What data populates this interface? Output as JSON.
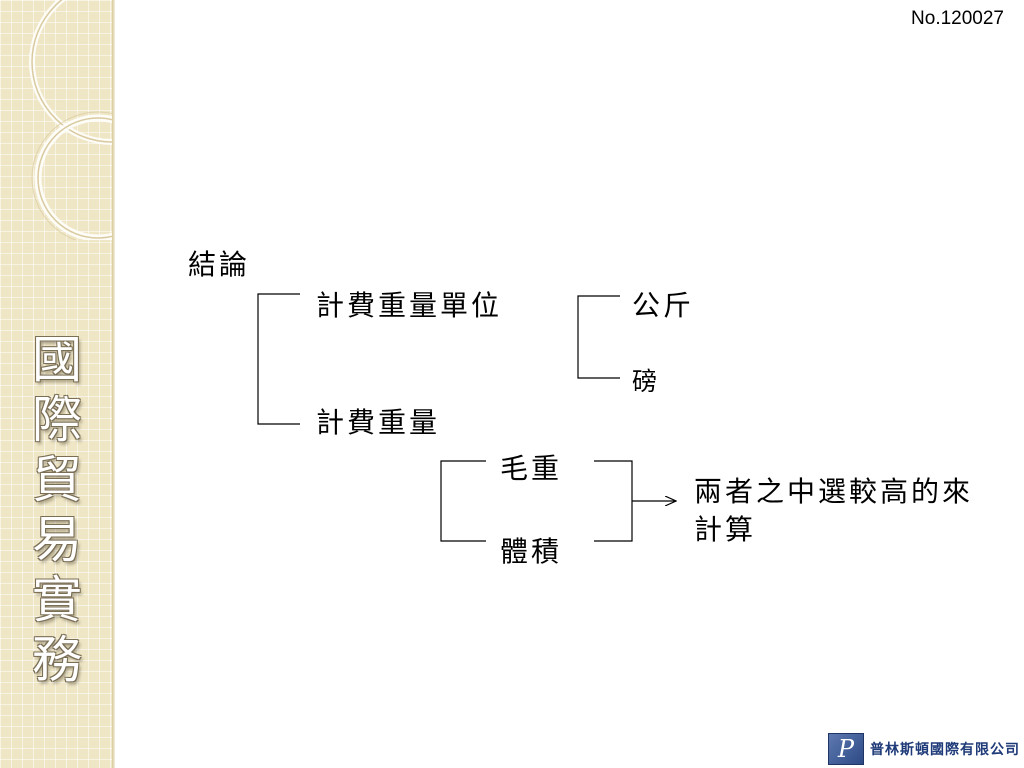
{
  "slide": {
    "number": "No.120027"
  },
  "sidebar": {
    "title_chars": [
      "國",
      "際",
      "貿",
      "易",
      "實",
      "務"
    ]
  },
  "diagram": {
    "root": "結論",
    "unit_branch": {
      "label": "計費重量單位",
      "options": [
        "公斤",
        "磅"
      ]
    },
    "weight_branch": {
      "label": "計費重量",
      "options": [
        "毛重",
        "體積"
      ]
    },
    "conclusion": "兩者之中選較高的來計算"
  },
  "footer": {
    "logo_mark": "P",
    "company_name": "普林斯頓國際有限公司"
  },
  "colors": {
    "sidebar_background": "#efe6c6",
    "line_color": "#000000",
    "company_blue": "#1e3a78"
  },
  "icons": {
    "decoration": "concentric-rings",
    "logo": "company-logo"
  }
}
